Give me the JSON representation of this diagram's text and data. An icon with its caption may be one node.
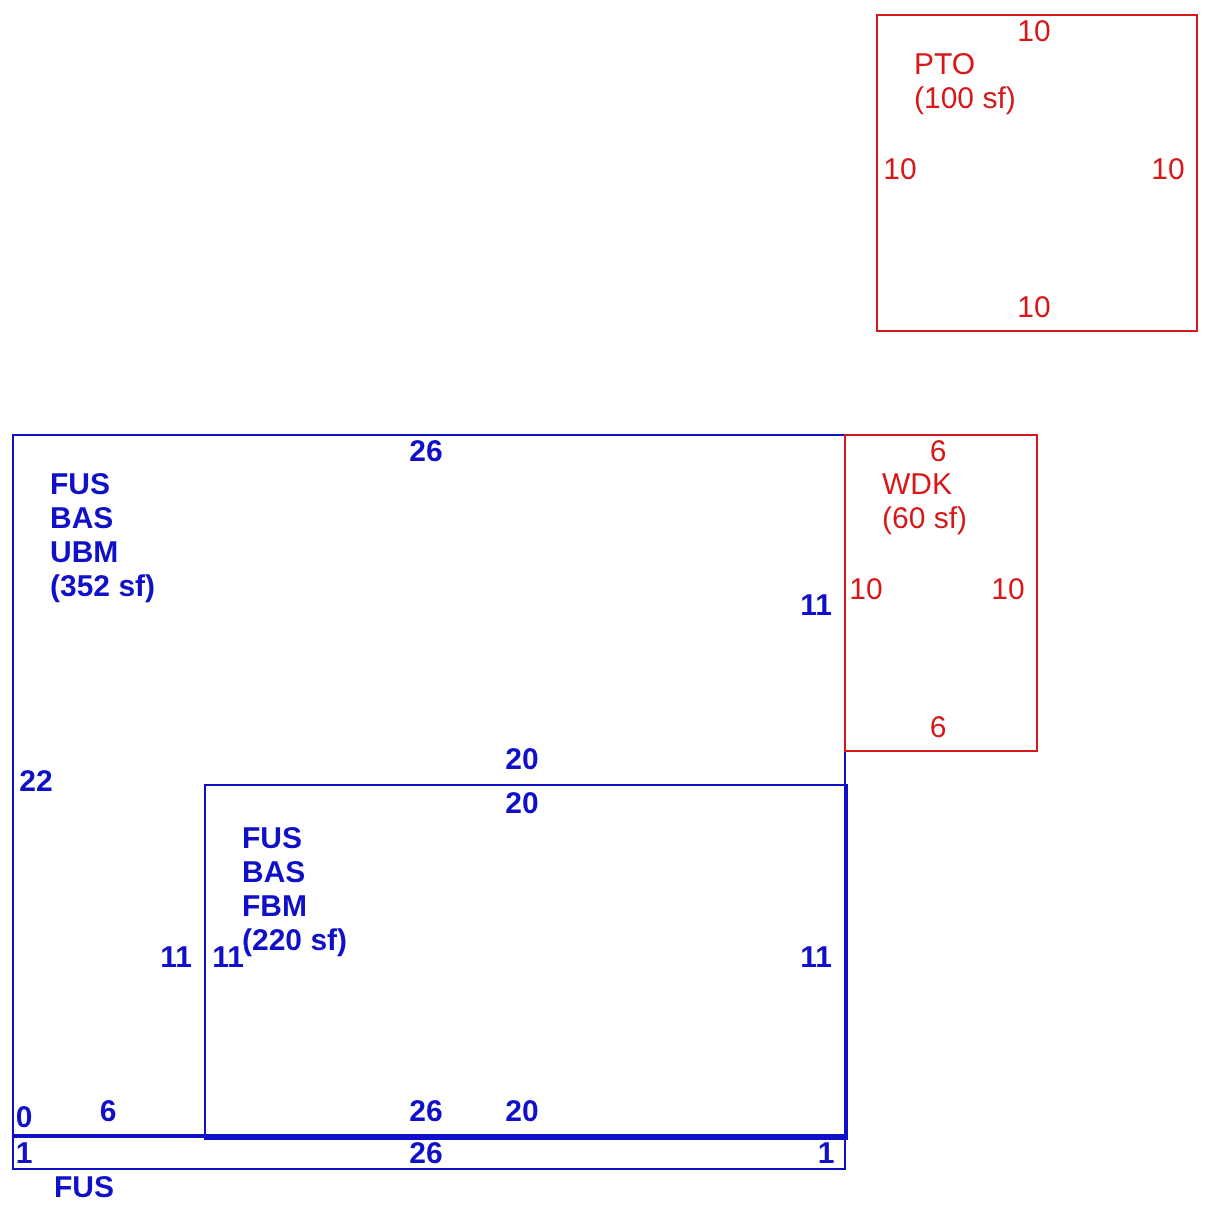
{
  "diagram": {
    "nodes": [
      {
        "text": [
          "PTO",
          "(100 sf)"
        ]
      },
      {
        "text": [
          "FUS",
          "BAS",
          "UBM",
          "(352 sf)"
        ]
      },
      {
        "text": [
          "WDK",
          "(60 sf)"
        ]
      },
      {
        "text": [
          "FUS",
          "BAS",
          "FBM",
          "(220 sf)"
        ],
        "in": 1
      },
      {
        "text": [],
        "shape": "box"
      }
    ],
    "labels": [
      "10",
      "10",
      "10",
      "10",
      "26",
      "6",
      "10",
      "10",
      "11",
      "6",
      "20",
      "22",
      "20",
      "11",
      "11",
      "11",
      "0",
      "6",
      "26",
      "20",
      "1",
      "26",
      "1",
      "FUS"
    ]
  }
}
